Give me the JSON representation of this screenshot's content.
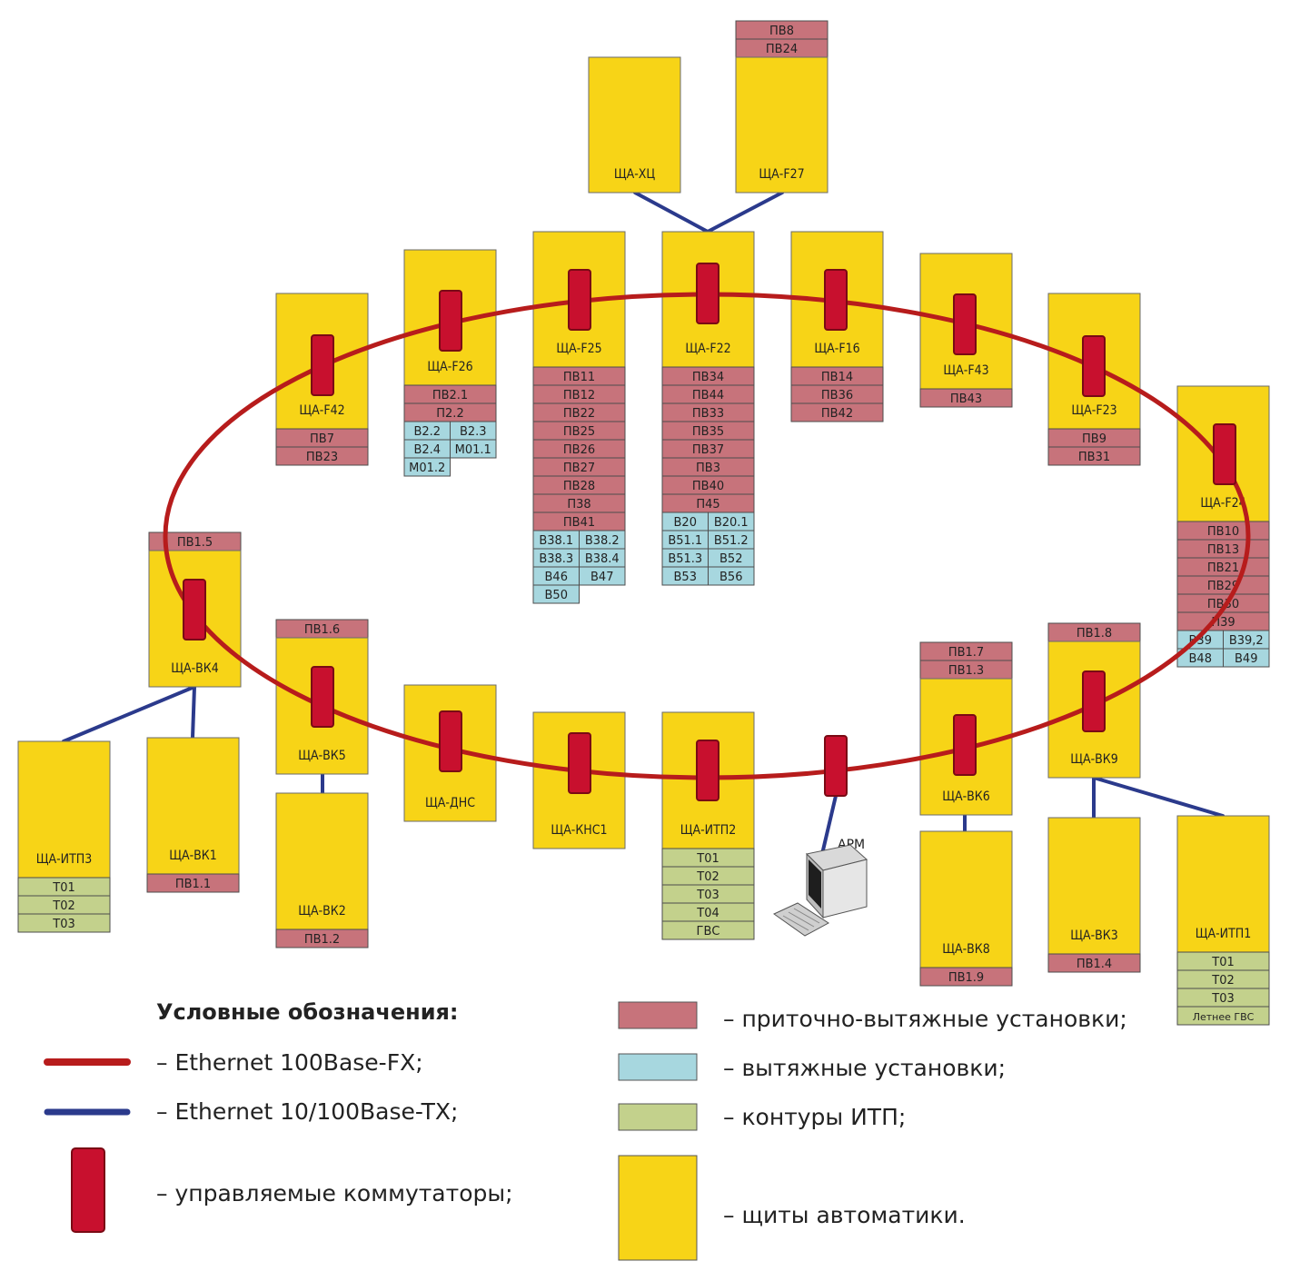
{
  "colors": {
    "panel": "#F7D417",
    "supply_exhaust": "#C7737B",
    "exhaust": "#A7D7DF",
    "itp": "#C3D18C",
    "fiber": "#B71C1C",
    "copper": "#2B3A8C",
    "switch": "#C8102E"
  },
  "panels": [
    {
      "id": "F42",
      "name": "ЩА-F42",
      "rows": [
        [
          "ПВ7"
        ],
        [
          "ПВ23"
        ]
      ],
      "row_kind": "pv"
    },
    {
      "id": "F26",
      "name": "ЩА-F26",
      "rows": [
        [
          "ПВ2.1"
        ],
        [
          "П2.2"
        ],
        [
          "В2.2",
          "В2.3"
        ],
        [
          "В2.4",
          "М01.1"
        ],
        [
          "М01.2"
        ]
      ]
    },
    {
      "id": "F25",
      "name": "ЩА-F25",
      "rows": [
        [
          "ПВ11"
        ],
        [
          "ПВ12"
        ],
        [
          "ПВ22"
        ],
        [
          "ПВ25"
        ],
        [
          "ПВ26"
        ],
        [
          "ПВ27"
        ],
        [
          "ПВ28"
        ],
        [
          "П38"
        ],
        [
          "ПВ41"
        ],
        [
          "В38.1",
          "В38.2"
        ],
        [
          "В38.3",
          "В38.4"
        ],
        [
          "В46",
          "В47"
        ],
        [
          "В50"
        ]
      ]
    },
    {
      "id": "F22",
      "name": "ЩА-F22",
      "rows": [
        [
          "ПВ34"
        ],
        [
          "ПВ44"
        ],
        [
          "ПВ33"
        ],
        [
          "ПВ35"
        ],
        [
          "ПВ37"
        ],
        [
          "ПВ3"
        ],
        [
          "ПВ40"
        ],
        [
          "П45"
        ],
        [
          "В20",
          "В20.1"
        ],
        [
          "В51.1",
          "В51.2"
        ],
        [
          "В51.3",
          "В52"
        ],
        [
          "В53",
          "В56"
        ]
      ]
    },
    {
      "id": "F16",
      "name": "ЩА-F16",
      "rows": [
        [
          "ПВ14"
        ],
        [
          "ПВ36"
        ],
        [
          "ПВ42"
        ]
      ]
    },
    {
      "id": "F43",
      "name": "ЩА-F43",
      "rows": [
        [
          "ПВ43"
        ]
      ]
    },
    {
      "id": "F23",
      "name": "ЩА-F23",
      "rows": [
        [
          "ПВ9"
        ],
        [
          "ПВ31"
        ]
      ]
    },
    {
      "id": "F24",
      "name": "ЩА-F24",
      "rows": [
        [
          "ПВ10"
        ],
        [
          "ПВ13"
        ],
        [
          "ПВ21"
        ],
        [
          "ПВ29"
        ],
        [
          "ПВ30"
        ],
        [
          "П39"
        ],
        [
          "В39",
          "В39,2"
        ],
        [
          "В48",
          "В49"
        ]
      ]
    },
    {
      "id": "XC",
      "name": "ЩА-ХЦ",
      "rows": []
    },
    {
      "id": "F27",
      "name": "ЩА-F27",
      "top_rows": [
        [
          "ПВ8"
        ],
        [
          "ПВ24"
        ]
      ]
    },
    {
      "id": "VK4",
      "name": "ЩА-ВК4",
      "top_rows": [
        [
          "ПВ1.5"
        ]
      ]
    },
    {
      "id": "VK5",
      "name": "ЩА-ВК5",
      "top_rows": [
        [
          "ПВ1.6"
        ]
      ]
    },
    {
      "id": "DNS",
      "name": "ЩА-ДНС"
    },
    {
      "id": "KNS1",
      "name": "ЩА-КНС1"
    },
    {
      "id": "ITP2",
      "name": "ЩА-ИТП2",
      "rows": [
        [
          "Т01"
        ],
        [
          "Т02"
        ],
        [
          "Т03"
        ],
        [
          "Т04"
        ],
        [
          "ГВС"
        ]
      ]
    },
    {
      "id": "VK6",
      "name": "ЩА-ВК6",
      "top_rows": [
        [
          "ПВ1.7"
        ],
        [
          "ПВ1.3"
        ]
      ]
    },
    {
      "id": "VK9",
      "name": "ЩА-ВК9",
      "top_rows": [
        [
          "ПВ1.8"
        ]
      ]
    },
    {
      "id": "ITP3",
      "name": "ЩА-ИТП3",
      "rows": [
        [
          "Т01"
        ],
        [
          "Т02"
        ],
        [
          "Т03"
        ]
      ]
    },
    {
      "id": "VK1",
      "name": "ЩА-ВК1",
      "rows": [
        [
          "ПВ1.1"
        ]
      ]
    },
    {
      "id": "VK2",
      "name": "ЩА-ВК2",
      "rows": [
        [
          "ПВ1.2"
        ]
      ]
    },
    {
      "id": "VK8",
      "name": "ЩА-ВК8",
      "rows": [
        [
          "ПВ1.9"
        ]
      ]
    },
    {
      "id": "VK3",
      "name": "ЩА-ВК3",
      "rows": [
        [
          "ПВ1.4"
        ]
      ]
    },
    {
      "id": "ITP1",
      "name": "ЩА-ИТП1",
      "rows": [
        [
          "Т01"
        ],
        [
          "Т02"
        ],
        [
          "Т03"
        ],
        [
          "Летнее ГВС"
        ]
      ]
    }
  ],
  "arm": {
    "label": "АРМ"
  },
  "legend": {
    "title": "Условные обозначения:",
    "fiber": "– Ethernet 100Base-FX;",
    "copper": "– Ethernet 10/100Base-TX;",
    "switch": "– управляемые коммутаторы;",
    "supply_exhaust": "– приточно-вытяжные установки;",
    "exhaust": "– вытяжные установки;",
    "itp": "– контуры ИТП;",
    "panel": "– щиты автоматики."
  }
}
